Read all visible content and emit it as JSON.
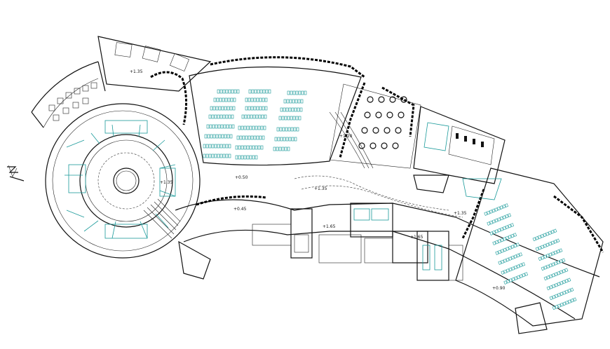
{
  "drawing": {
    "level_labels": [
      {
        "id": "lvl-top-left",
        "text": "+1.35"
      },
      {
        "id": "lvl-center-court",
        "text": "+1.35"
      },
      {
        "id": "lvl-lobby",
        "text": "+0.50"
      },
      {
        "id": "lvl-corridor",
        "text": "+0.45"
      },
      {
        "id": "lvl-restaurant",
        "text": "+1.20"
      },
      {
        "id": "lvl-mid",
        "text": "+1.35"
      },
      {
        "id": "lvl-offices-a",
        "text": "+1.65"
      },
      {
        "id": "lvl-offices-b",
        "text": "+1.65"
      },
      {
        "id": "lvl-east",
        "text": "+1.35"
      },
      {
        "id": "lvl-hall",
        "text": "+0.90"
      }
    ]
  },
  "colors": {
    "line": "#111111",
    "accent": "#1a9a9a",
    "background": "#ffffff"
  },
  "icons": {
    "north_arrow": "north-arrow-icon"
  }
}
